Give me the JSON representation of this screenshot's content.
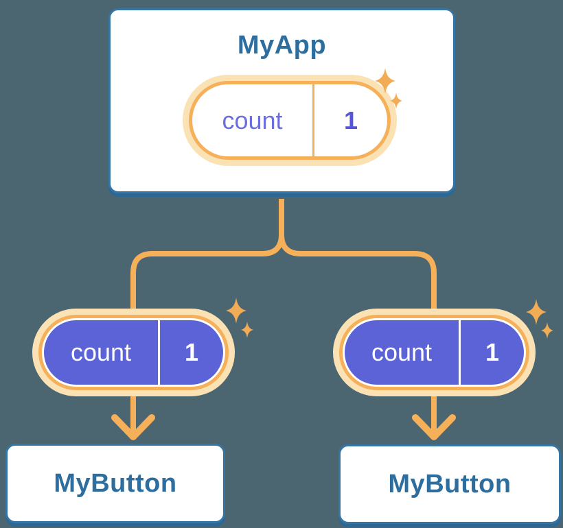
{
  "diagram": {
    "root": {
      "title": "MyApp",
      "state": {
        "name": "count",
        "value": "1"
      }
    },
    "children": [
      {
        "title": "MyButton",
        "state": {
          "name": "count",
          "value": "1"
        }
      },
      {
        "title": "MyButton",
        "state": {
          "name": "count",
          "value": "1"
        }
      }
    ]
  },
  "colors": {
    "background": "#4C6671",
    "card_border": "#3575A4",
    "card_shadow": "#2D6793",
    "title_text": "#2E6E9E",
    "connector": "#F5B059",
    "pill_halo": "#FBE2B5",
    "pill_ring": "#F5B059",
    "state_fill": "#5B63D6",
    "state_label_text": "#6B6FDD",
    "state_value_text": "#5356D8",
    "state_text_on_fill": "#FFFFFF",
    "sparkle": "#F2AC55"
  }
}
